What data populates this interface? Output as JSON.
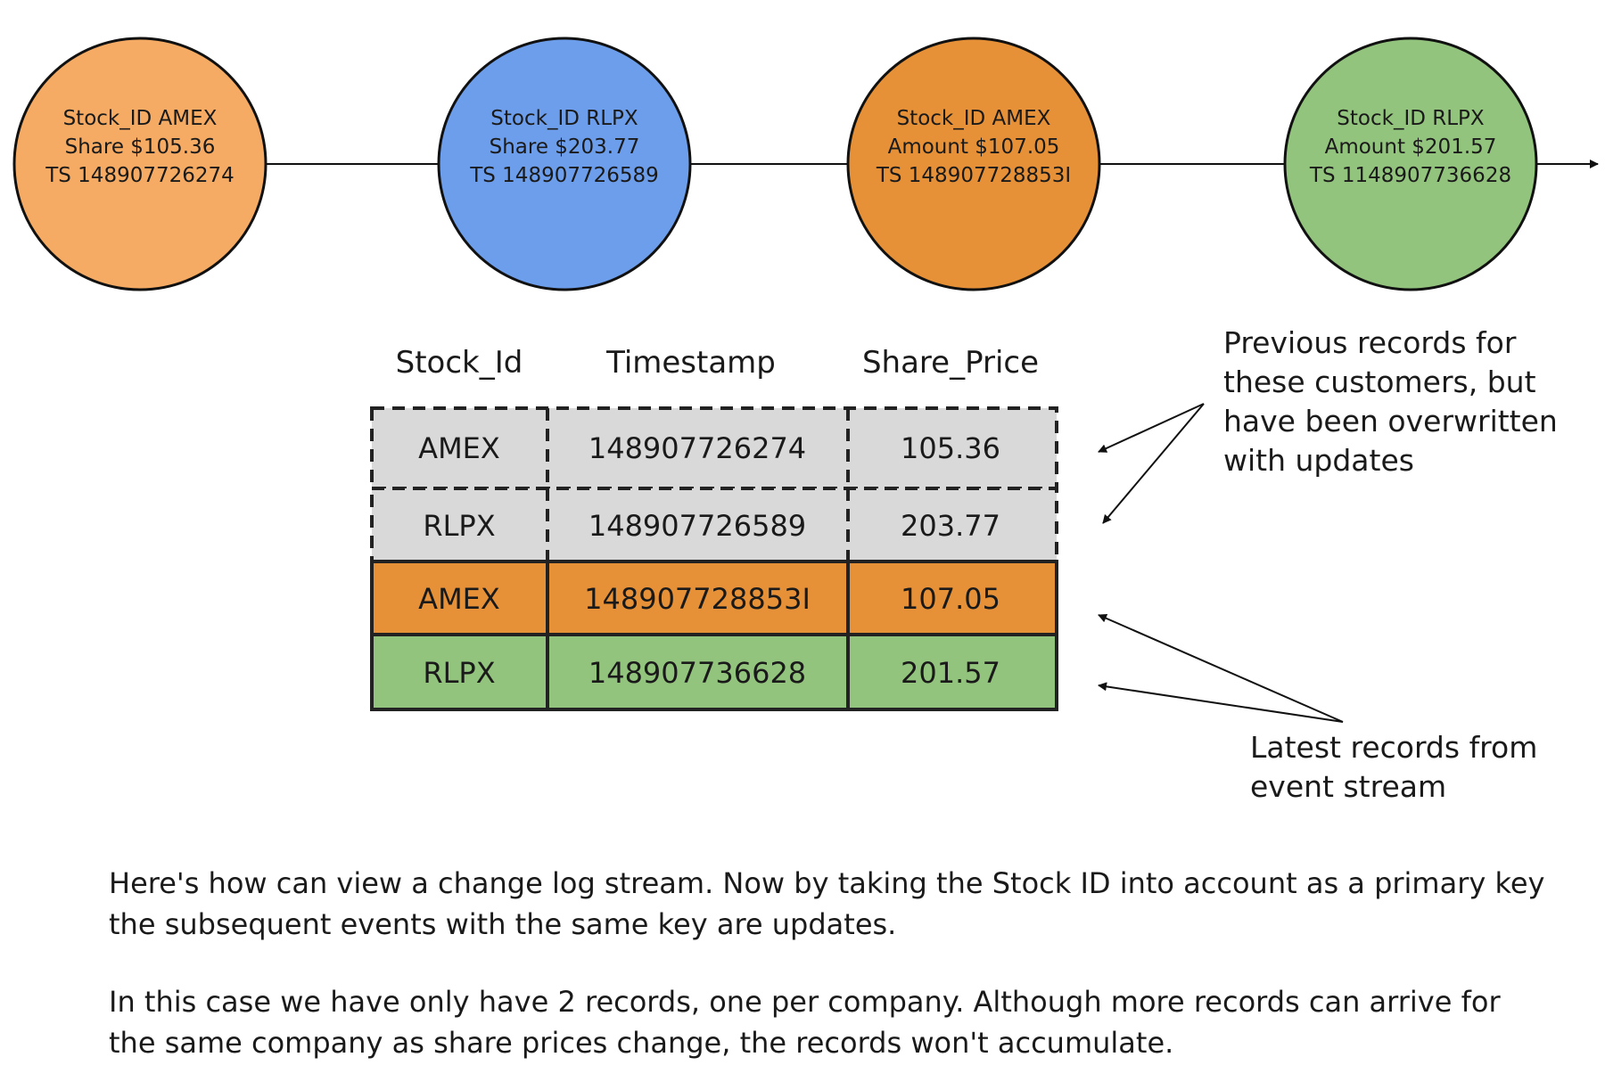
{
  "stream": {
    "events": [
      {
        "line1": "Stock_ID AMEX",
        "line2": "Share $105.36",
        "line3": "TS 148907726274",
        "color": "#F5AB63"
      },
      {
        "line1": "Stock_ID RLPX",
        "line2": "Share $203.77",
        "line3": "TS 148907726589",
        "color": "#6D9EEB"
      },
      {
        "line1": "Stock_ID AMEX",
        "line2": "Amount $107.05",
        "line3": "TS 148907728853I",
        "color": "#E69138"
      },
      {
        "line1": "Stock_ID RLPX",
        "line2": "Amount $201.57",
        "line3": "TS 1148907736628",
        "color": "#93C47D"
      }
    ]
  },
  "table": {
    "headers": [
      "Stock_Id",
      "Timestamp",
      "Share_Price"
    ],
    "rows": [
      {
        "cells": [
          "AMEX",
          "148907726274",
          "105.36"
        ],
        "status": "overwritten",
        "color": "#D9D9D9"
      },
      {
        "cells": [
          "RLPX",
          "148907726589",
          "203.77"
        ],
        "status": "overwritten",
        "color": "#D9D9D9"
      },
      {
        "cells": [
          "AMEX",
          "148907728853I",
          "107.05"
        ],
        "status": "latest",
        "color": "#E69138"
      },
      {
        "cells": [
          "RLPX",
          "148907736628",
          "201.57"
        ],
        "status": "latest",
        "color": "#93C47D"
      }
    ]
  },
  "annotations": {
    "previous": [
      "Previous records for",
      "these customers, but",
      "have been overwritten",
      "with updates"
    ],
    "latest": [
      "Latest records from",
      "event stream"
    ]
  },
  "description": {
    "paragraph1": "Here's how can view a change log stream.  Now by taking the Stock ID into account as a primary key the subsequent events with the same key are updates.",
    "paragraph2": "In this case we have only have 2 records, one per company.  Although more records can arrive for the same company as share prices change, the records won't accumulate."
  }
}
